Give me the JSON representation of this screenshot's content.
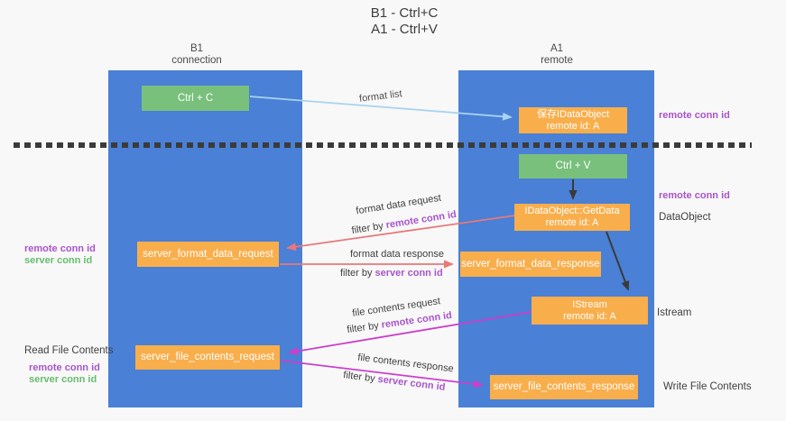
{
  "title": {
    "line1": "B1 - Ctrl+C",
    "line2": "A1 - Ctrl+V"
  },
  "lanes": {
    "b1": {
      "name": "B1",
      "role": "connection"
    },
    "a1": {
      "name": "A1",
      "role": "remote"
    }
  },
  "nodes": {
    "ctrl_c": {
      "label": "Ctrl + C"
    },
    "save_idataobject": {
      "line1": "保存IDataObject",
      "line2": "remote id: A"
    },
    "ctrl_v": {
      "label": "Ctrl + V"
    },
    "idataobject_getdata": {
      "line1": "IDataObject::GetData",
      "line2": "remote id: A"
    },
    "server_format_data_request": {
      "label": "server_format_data_request"
    },
    "server_format_data_response": {
      "label": "server_format_data_response"
    },
    "istream": {
      "line1": "IStream",
      "line2": "remote id: A"
    },
    "server_file_contents_request": {
      "label": "server_file_contents_request"
    },
    "server_file_contents_response": {
      "label": "server_file_contents_response"
    }
  },
  "edge_labels": {
    "format_list": "format list",
    "format_data_request": {
      "name": "format data request",
      "filter_prefix": "filter by ",
      "filter_id": "remote conn id"
    },
    "format_data_response": {
      "name": "format data response",
      "filter_prefix": "filter by ",
      "filter_id": "server conn id"
    },
    "file_contents_request": {
      "name": "file contents request",
      "filter_prefix": "filter by ",
      "filter_id": "remote conn id"
    },
    "file_contents_response": {
      "name": "file contents response",
      "filter_prefix": "filter by ",
      "filter_id": "server conn id"
    }
  },
  "annotations": {
    "right_top_remote_conn_id": "remote conn id",
    "right_mid_remote_conn_id": "remote conn id",
    "right_dataobject": "DataObject",
    "right_istream": "Istream",
    "right_write_file_contents": "Write File Contents",
    "left_top_remote_conn_id": "remote conn id",
    "left_top_server_conn_id": "server conn id",
    "left_read_file_contents": "Read File Contents",
    "left_bottom_remote_conn_id": "remote conn id",
    "left_bottom_server_conn_id": "server conn id"
  },
  "colors": {
    "lane_blue": "#4a80d5",
    "node_orange": "#f9ae4c",
    "node_green": "#79c07c",
    "arrow_light_blue": "#a9d3f0",
    "arrow_red": "#e8787a",
    "arrow_magenta": "#cb3fcb",
    "arrow_black": "#3a3a3a",
    "label_purple": "#a855cb",
    "label_green": "#67bd6d",
    "divider_dark": "#3b3b3b"
  }
}
